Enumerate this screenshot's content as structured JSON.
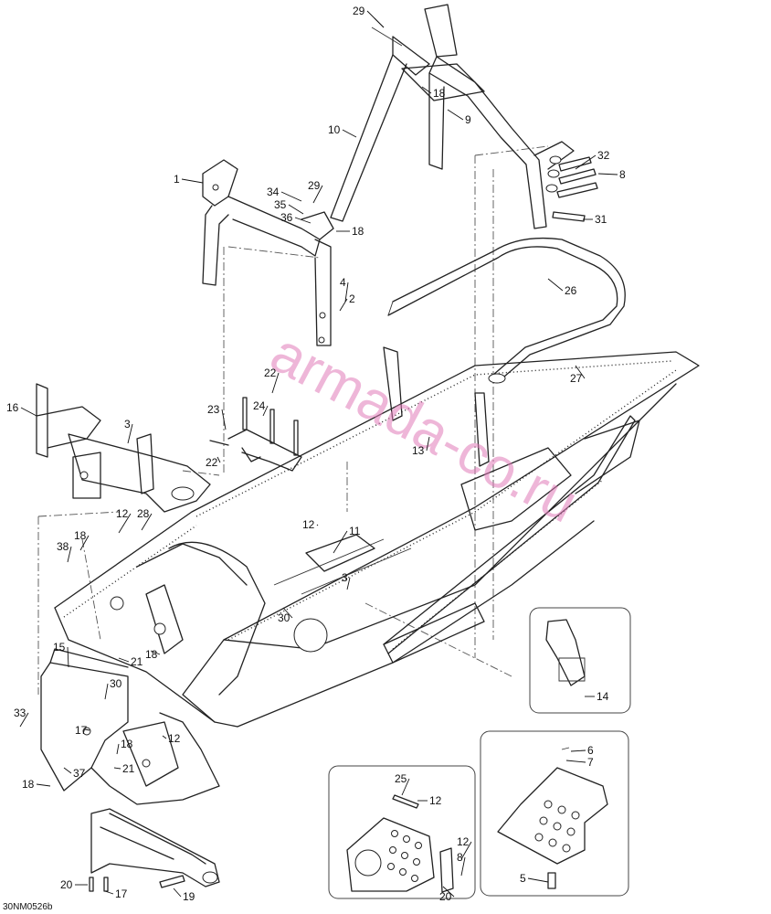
{
  "watermark": "armada-co.ru",
  "drawing_code": "30NM0526b",
  "callouts": [
    "29",
    "18",
    "9",
    "10",
    "32",
    "8",
    "1",
    "34",
    "29",
    "35",
    "36",
    "18",
    "31",
    "4",
    "2",
    "26",
    "22",
    "27",
    "16",
    "24",
    "23",
    "3",
    "13",
    "22",
    "12",
    "28",
    "12",
    "11",
    "18",
    "38",
    "3",
    "30",
    "15",
    "21",
    "18",
    "33",
    "30",
    "17",
    "12",
    "18",
    "21",
    "37",
    "18",
    "14",
    "6",
    "7",
    "25",
    "12",
    "12",
    "8",
    "5",
    "20",
    "20",
    "17",
    "19"
  ]
}
